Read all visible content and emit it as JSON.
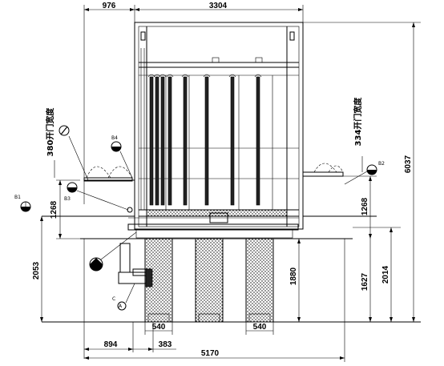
{
  "dimensions": {
    "top_left": "976",
    "top_right": "3304",
    "height_total": "6037",
    "left_1268": "1268",
    "left_2053": "2053",
    "right_1268": "1268",
    "center_1880": "1880",
    "right_1627": "1627",
    "right_2014": "2014",
    "pit_left_540": "540",
    "pit_right_540": "540",
    "bottom_894": "894",
    "bottom_383": "383",
    "bottom_total": "5170"
  },
  "door_labels": {
    "left": "380开门宽度",
    "right": "334开门宽度"
  },
  "markers": {
    "b1": "B1",
    "b2": "B2",
    "b3": "B3",
    "b4": "B4",
    "c": "C"
  }
}
